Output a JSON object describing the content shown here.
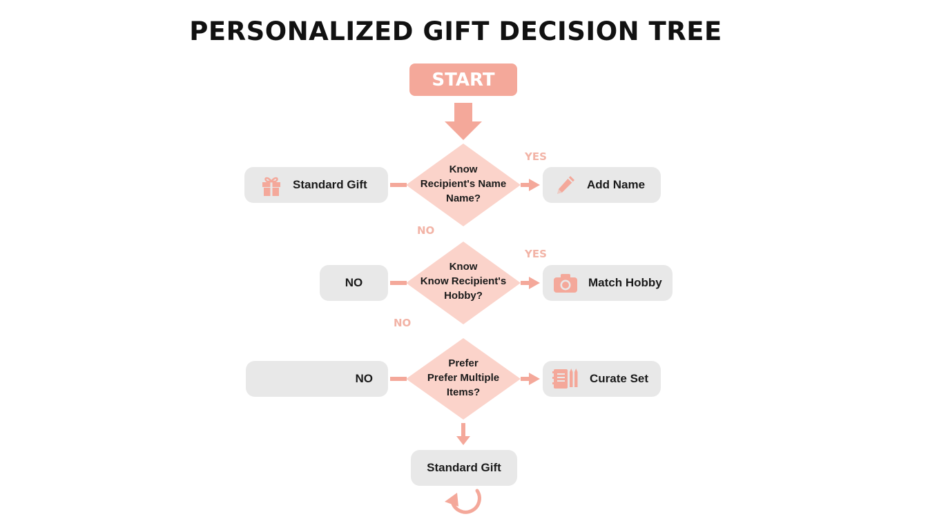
{
  "title": "PERSONALIZED GIFT DECISION TREE",
  "start_label": "START",
  "colors": {
    "accent": "#f4a89a",
    "box": "#e8e8e8",
    "label": "#f2b3a6"
  },
  "decisions": [
    {
      "lines": [
        "Know",
        "Recipient's Name",
        "Name?"
      ],
      "yes_label": "YES",
      "no_label": "NO",
      "left_box": "Standard Gift",
      "left_icon": "gift-icon",
      "right_box": "Add Name",
      "right_icon": "pen-icon"
    },
    {
      "lines": [
        "Know",
        "Know Recipient's",
        "Hobby?"
      ],
      "yes_label": "YES",
      "no_label": "NO",
      "left_box": "NO",
      "right_box": "Match Hobby",
      "right_icon": "camera-icon"
    },
    {
      "lines": [
        "Prefer",
        "Prefer Multiple",
        "Items?"
      ],
      "left_box": "NO",
      "right_box": "Curate Set",
      "right_icon": "notebook-pencils-icon"
    }
  ],
  "end_box": "Standard Gift",
  "end_icon": "loop-arrow-icon"
}
